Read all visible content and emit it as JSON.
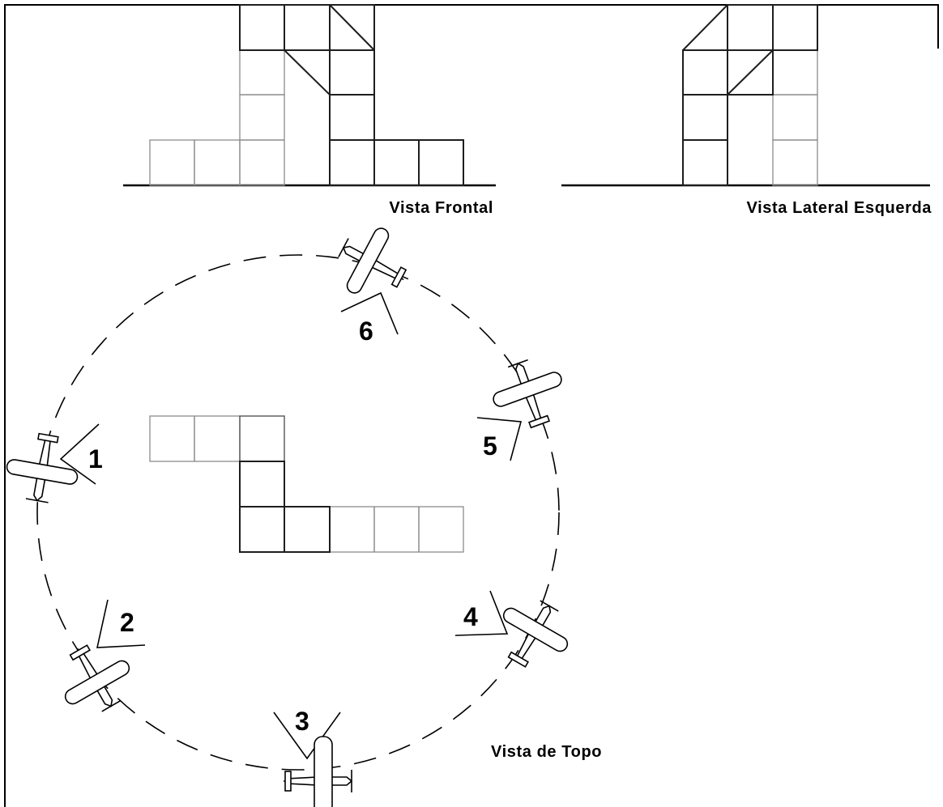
{
  "views": {
    "front": {
      "label": "Vista Frontal"
    },
    "left": {
      "label": "Vista Lateral Esquerda"
    },
    "top": {
      "label": "Vista de Topo"
    }
  },
  "cameras": [
    {
      "id": "1",
      "label": "1"
    },
    {
      "id": "2",
      "label": "2"
    },
    {
      "id": "3",
      "label": "3"
    },
    {
      "id": "4",
      "label": "4"
    },
    {
      "id": "5",
      "label": "5"
    },
    {
      "id": "6",
      "label": "6"
    }
  ],
  "colors": {
    "outline": "#000000",
    "light_cube": "#8c8c8c",
    "dark_cube": "#1e1e1e"
  },
  "icons": {
    "camera_aircraft": "airplane-icon"
  }
}
